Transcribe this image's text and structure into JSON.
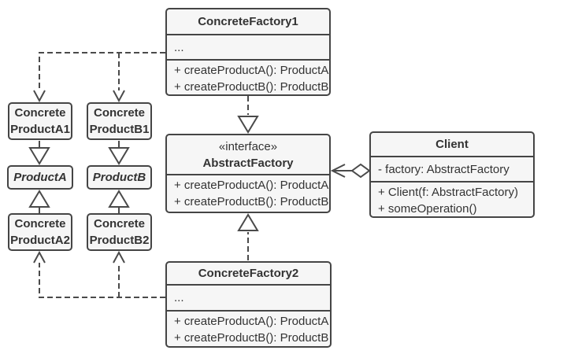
{
  "meta": {
    "diagram_type": "UML class diagram",
    "pattern": "Abstract Factory"
  },
  "colors": {
    "background": "#ffffff",
    "box_fill": "#f6f6f6",
    "box_border": "#454545",
    "line": "#4a4a4a",
    "text": "#333333"
  },
  "nodes": {
    "concrete_factory_1": {
      "title": "ConcreteFactory1",
      "fields": [
        "..."
      ],
      "methods": [
        "+ createProductA(): ProductA",
        "+ createProductB(): ProductB"
      ]
    },
    "abstract_factory": {
      "stereotype": "«interface»",
      "title": "AbstractFactory",
      "methods": [
        "+ createProductA(): ProductA",
        "+ createProductB(): ProductB"
      ]
    },
    "concrete_factory_2": {
      "title": "ConcreteFactory2",
      "fields": [
        "..."
      ],
      "methods": [
        "+ createProductA(): ProductA",
        "+ createProductB(): ProductB"
      ]
    },
    "client": {
      "title": "Client",
      "attributes": [
        "- factory: AbstractFactory"
      ],
      "methods": [
        "+ Client(f: AbstractFactory)",
        "+ someOperation()"
      ]
    },
    "concrete_product_a1": {
      "title_lines": [
        "Concrete",
        "ProductA1"
      ]
    },
    "concrete_product_b1": {
      "title_lines": [
        "Concrete",
        "ProductB1"
      ]
    },
    "product_a": {
      "title": "ProductA"
    },
    "product_b": {
      "title": "ProductB"
    },
    "concrete_product_a2": {
      "title_lines": [
        "Concrete",
        "ProductA2"
      ]
    },
    "concrete_product_b2": {
      "title_lines": [
        "Concrete",
        "ProductB2"
      ]
    }
  },
  "relationships": [
    {
      "from": "ConcreteFactory1",
      "to": "AbstractFactory",
      "type": "realization",
      "style": "dashed line, hollow triangle at AbstractFactory"
    },
    {
      "from": "ConcreteFactory2",
      "to": "AbstractFactory",
      "type": "realization",
      "style": "dashed line, hollow triangle at AbstractFactory"
    },
    {
      "from": "Client",
      "to": "AbstractFactory",
      "type": "aggregation",
      "style": "solid line, hollow diamond at Client, open arrow at AbstractFactory"
    },
    {
      "from": "ConcreteFactory1",
      "to": "ConcreteProductA1",
      "type": "dependency",
      "style": "dashed line, open arrow"
    },
    {
      "from": "ConcreteFactory1",
      "to": "ConcreteProductB1",
      "type": "dependency",
      "style": "dashed line, open arrow"
    },
    {
      "from": "ConcreteFactory2",
      "to": "ConcreteProductA2",
      "type": "dependency",
      "style": "dashed line, open arrow"
    },
    {
      "from": "ConcreteFactory2",
      "to": "ConcreteProductB2",
      "type": "dependency",
      "style": "dashed line, open arrow"
    },
    {
      "from": "ConcreteProductA1",
      "to": "ProductA",
      "type": "generalization",
      "style": "solid line, hollow triangle at ProductA"
    },
    {
      "from": "ConcreteProductA2",
      "to": "ProductA",
      "type": "generalization",
      "style": "solid line, hollow triangle at ProductA"
    },
    {
      "from": "ConcreteProductB1",
      "to": "ProductB",
      "type": "generalization",
      "style": "solid line, hollow triangle at ProductB"
    },
    {
      "from": "ConcreteProductB2",
      "to": "ProductB",
      "type": "generalization",
      "style": "solid line, hollow triangle at ProductB"
    }
  ]
}
